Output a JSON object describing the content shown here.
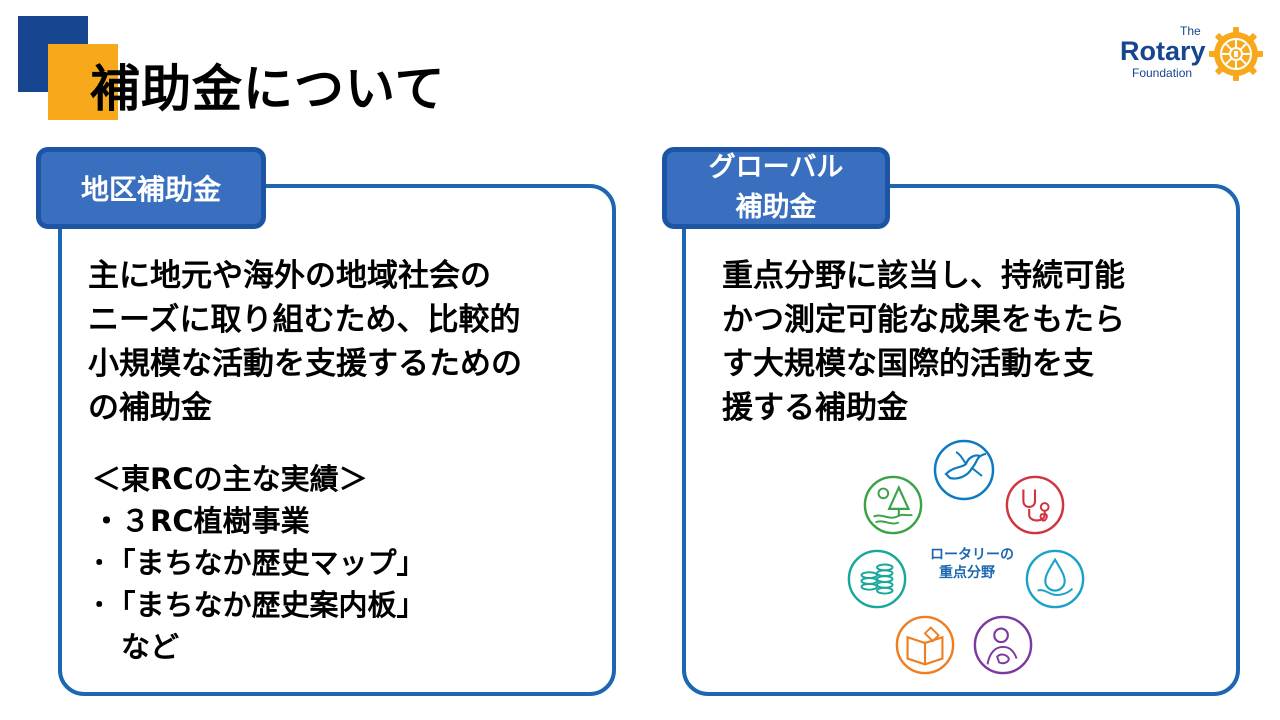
{
  "title": "補助金について",
  "logo": {
    "the": "The",
    "rotary": "Rotary",
    "foundation": "Foundation"
  },
  "district": {
    "tab": "地区補助金",
    "lines": [
      "主に地元や海外の地域社会の",
      "ニーズに取り組むため、比較的",
      "小規模な活動を支援するための",
      "の補助金"
    ],
    "record_lines": [
      "＜東RCの主な実績＞",
      "・３RC植樹事業",
      "･「まちなか歴史マップ」",
      "･「まちなか歴史案内板」",
      "　など"
    ]
  },
  "global": {
    "tab_lines": [
      "グローバル",
      "補助金"
    ],
    "lines": [
      "重点分野に該当し、持続可能",
      "かつ測定可能な成果をもたら",
      "す大規模な国際的活動を支",
      "援する補助金"
    ]
  },
  "focus_center_lines": [
    "ロータリーの",
    "重点分野"
  ],
  "icons": [
    "peace-dove-icon",
    "disease-stethoscope-icon",
    "water-drop-icon",
    "maternal-health-icon",
    "education-book-icon",
    "economic-coins-icon",
    "environment-tree-icon"
  ],
  "colors": {
    "rotary_blue": "#17458f",
    "rotary_gold": "#f7a81b",
    "card_border": "#1b67b2",
    "tab_fill": "#3a6fc0"
  }
}
